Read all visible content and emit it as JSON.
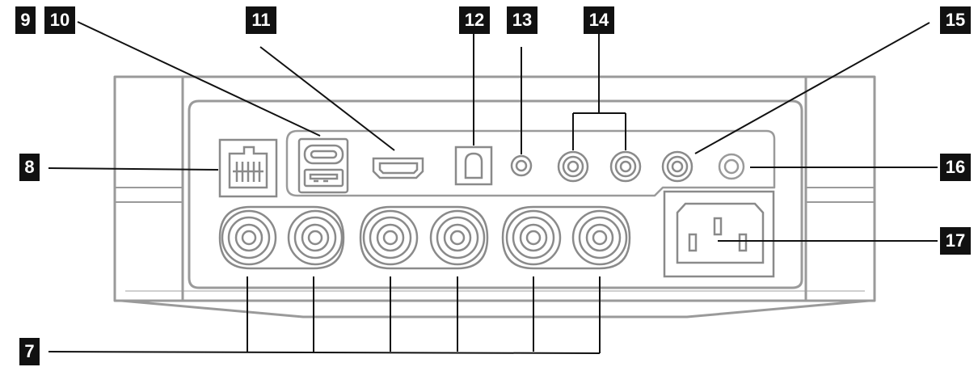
{
  "callouts": {
    "c7": "7",
    "c8": "8",
    "c9": "9",
    "c10": "10",
    "c11": "11",
    "c12": "12",
    "c13": "13",
    "c14": "14",
    "c15": "15",
    "c16": "16",
    "c17": "17"
  },
  "colors": {
    "device_outline": "#9a9a9a",
    "device_detail": "#7a7a7a",
    "leader_line": "#111111",
    "label_bg": "#111111",
    "label_text": "#ffffff"
  },
  "components": [
    "ethernet-port-icon",
    "usb-c-port-icon",
    "usb-a-port-icon",
    "hdmi-port-icon",
    "optical-port-icon",
    "audio-jack-icon",
    "rca-input-icon",
    "subwoofer-out-icon",
    "power-socket-icon",
    "speaker-terminal-icon"
  ]
}
